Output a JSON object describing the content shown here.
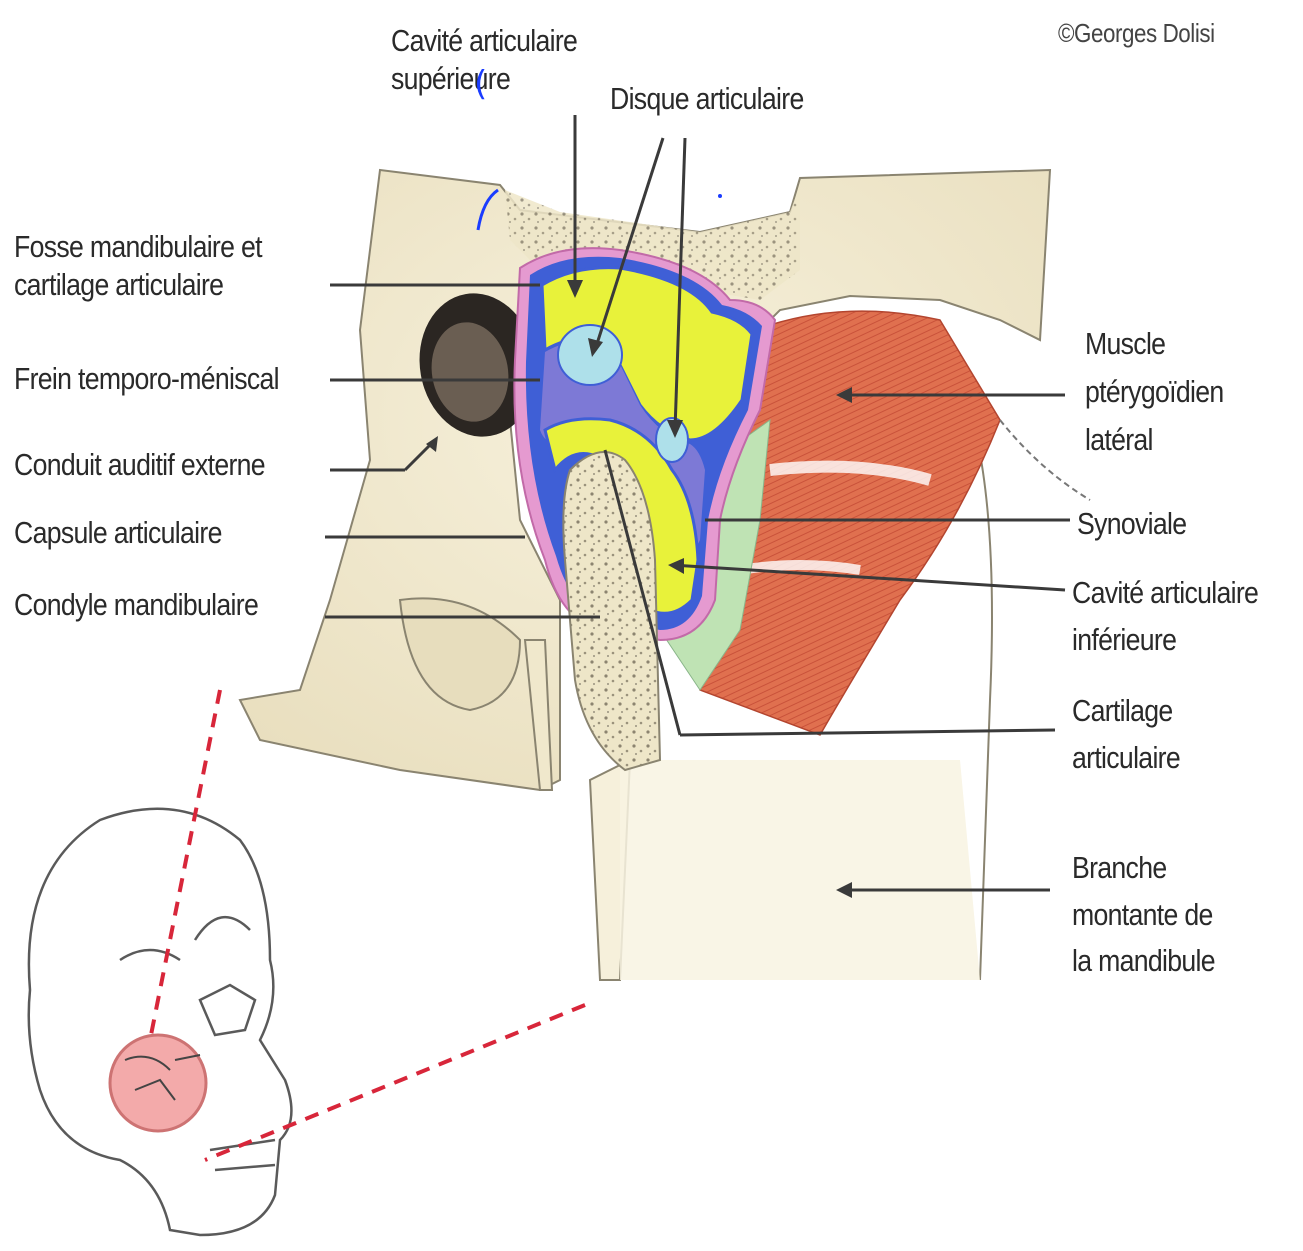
{
  "copyright": "©Georges Dolisi",
  "labels": {
    "cavite_sup": [
      "Cavité articulaire",
      "supérieure"
    ],
    "disque": "Disque articulaire",
    "fosse": [
      "Fosse mandibulaire et",
      "cartilage articulaire"
    ],
    "frein": "Frein temporo-méniscal",
    "conduit": "Conduit auditif externe",
    "capsule": "Capsule articulaire",
    "condyle": "Condyle mandibulaire",
    "muscle": [
      "Muscle",
      "ptérygoïdien",
      "latéral"
    ],
    "synoviale": "Synoviale",
    "cavite_inf": [
      "Cavité articulaire",
      "inférieure"
    ],
    "cartilage": [
      "Cartilage",
      "articulaire"
    ],
    "branche": [
      "Branche",
      "montante de",
      "la mandibule"
    ]
  },
  "colors": {
    "bone": "#f3ecd2",
    "bone_outline": "#8a8470",
    "cartilage_yellow": "#e8f23a",
    "synovial_blue": "#3f5fd6",
    "capsule_pink": "#e59ad0",
    "disc_cavity": "#aee0ea",
    "muscle_red": "#e0704f",
    "connective_green": "#bfe3b4",
    "zoom_circle": "#f2a1a1",
    "guide_dash": "#d8263a",
    "ink_mark": "#1a3cff"
  }
}
